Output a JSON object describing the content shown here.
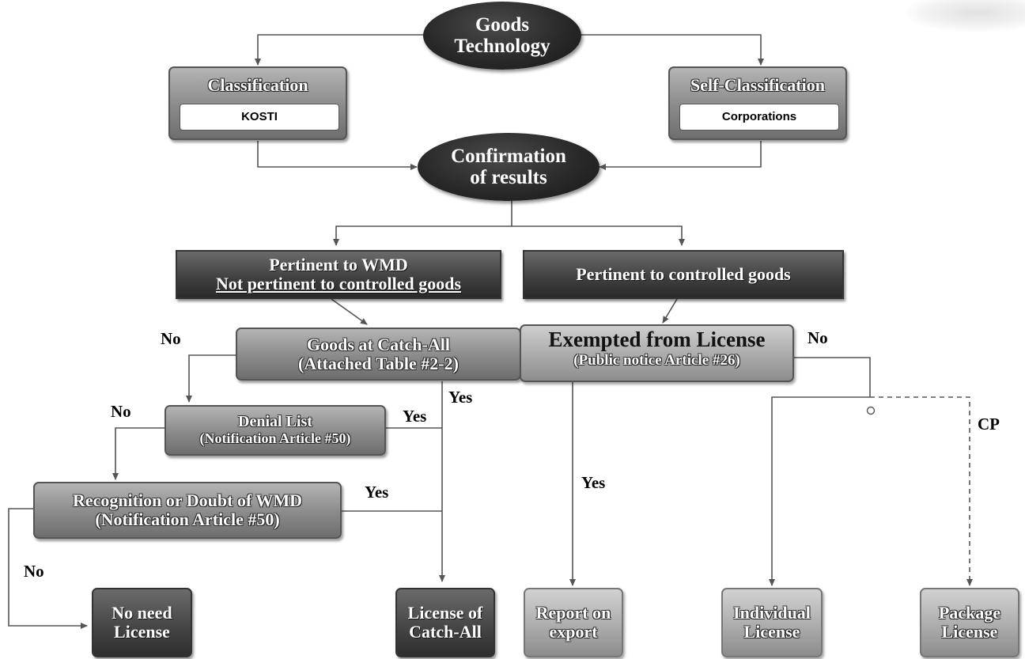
{
  "nodes": {
    "goods": {
      "line1": "Goods",
      "line2": "Technology"
    },
    "classification": {
      "title": "Classification",
      "inner": "KOSTI"
    },
    "self_classification": {
      "title": "Self-Classification",
      "inner": "Corporations"
    },
    "confirmation": {
      "line1": "Confirmation",
      "line2": "of results"
    },
    "pertinent_wmd": {
      "line1": "Pertinent to WMD",
      "line2": "Not pertinent to controlled goods"
    },
    "pertinent_controlled": {
      "line1": "Pertinent to controlled goods"
    },
    "catch_all": {
      "line1": "Goods at Catch-All",
      "line2": "(Attached Table #2-2)"
    },
    "exempted": {
      "line1": "Exempted from License",
      "line2": "(Public notice  Article #26)"
    },
    "denial_list": {
      "line1": "Denial List",
      "line2": "(Notification Article #50)"
    },
    "recognition": {
      "line1": "Recognition or Doubt of WMD",
      "line2": "(Notification Article #50)"
    },
    "no_need": {
      "line1": "No need",
      "line2": "License"
    },
    "license_catch_all": {
      "line1": "License of",
      "line2": "Catch-All"
    },
    "report_export": {
      "line1": "Report on",
      "line2": "export"
    },
    "individual": {
      "line1": "Individual",
      "line2": "License"
    },
    "package": {
      "line1": "Package",
      "line2": "License"
    }
  },
  "edge_labels": {
    "no_catch_all": "No",
    "yes_catch_all": "Yes",
    "no_denial": "No",
    "yes_denial": "Yes",
    "yes_recognition": "Yes",
    "no_recognition": "No",
    "yes_exempted": "Yes",
    "no_exempted": "No",
    "cp": "CP"
  }
}
